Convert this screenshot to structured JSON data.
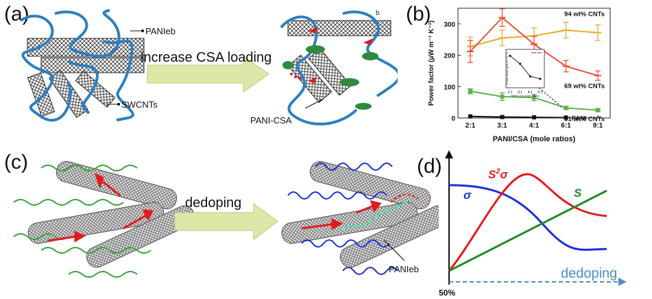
{
  "figure": {
    "panel_a": {
      "label": "(a)",
      "corner_mark": "b",
      "arrow_text": "increase CSA loading",
      "annotations": {
        "paniEB": "PANIeb",
        "swcnts": "SWCNTs",
        "pani_csa": "PANI-CSA"
      }
    },
    "panel_b": {
      "label": "(b)",
      "inset": {
        "legend": "mole ratio",
        "ylabel": "Power factor (μW m⁻¹ K⁻²)",
        "xlabel": "PANI/CSA (mole ratios)",
        "xticks": [
          "2:1",
          "3:1",
          "4:1",
          "6:1"
        ]
      }
    },
    "panel_c": {
      "label": "(c)",
      "arrow_text": "dedoping",
      "annotations": {
        "paniEB": "PANIeb"
      }
    },
    "panel_d": {
      "label": "(d)",
      "curve_labels": {
        "sigma": "σ",
        "s2sigma_base": "S",
        "s2sigma_sup": "2",
        "s2sigma_tail": "σ",
        "s": "S"
      },
      "x_arrow_label": "dedoping",
      "x_origin_label": "50%",
      "colors": {
        "sigma": "#1a2fd6",
        "s2sigma": "#e31a1c",
        "s": "#1f8a2a",
        "arrow": "#4a90c8"
      }
    }
  },
  "chart_data": {
    "type": "line",
    "categories": [
      "2:1",
      "3:1",
      "4:1",
      "6:1",
      "9:1"
    ],
    "xlabel": "PANI/CSA (mole ratios)",
    "ylabel": "Power factor (μW m⁻¹ K⁻²)",
    "ylim": [
      0,
      350
    ],
    "yticks": [
      0,
      100,
      200,
      300
    ],
    "series": [
      {
        "name": "94 wt% CNTs",
        "color": "#f0a830",
        "values": [
          228,
          255,
          262,
          280,
          272
        ],
        "errors": [
          30,
          25,
          25,
          25,
          25
        ],
        "marker": "line"
      },
      {
        "name": "69 wt% CNTs",
        "color": "#e8533c",
        "values": [
          212,
          320,
          235,
          165,
          135
        ],
        "errors": [
          35,
          28,
          25,
          18,
          15
        ],
        "marker": "line"
      },
      {
        "name": "51 wt% CNTs",
        "color": "#5cb34a",
        "values": [
          85,
          68,
          65,
          32,
          25
        ],
        "errors": [
          8,
          12,
          10,
          5,
          5
        ],
        "marker": "circle"
      },
      {
        "name": "PANI",
        "color": "#111111",
        "values": [
          5,
          3,
          2,
          1,
          null
        ],
        "errors": [
          0,
          0,
          0,
          0,
          null
        ],
        "marker": "square"
      }
    ],
    "inset_series": {
      "values": [
        4.6,
        3.3,
        1.2,
        0.8
      ]
    }
  }
}
